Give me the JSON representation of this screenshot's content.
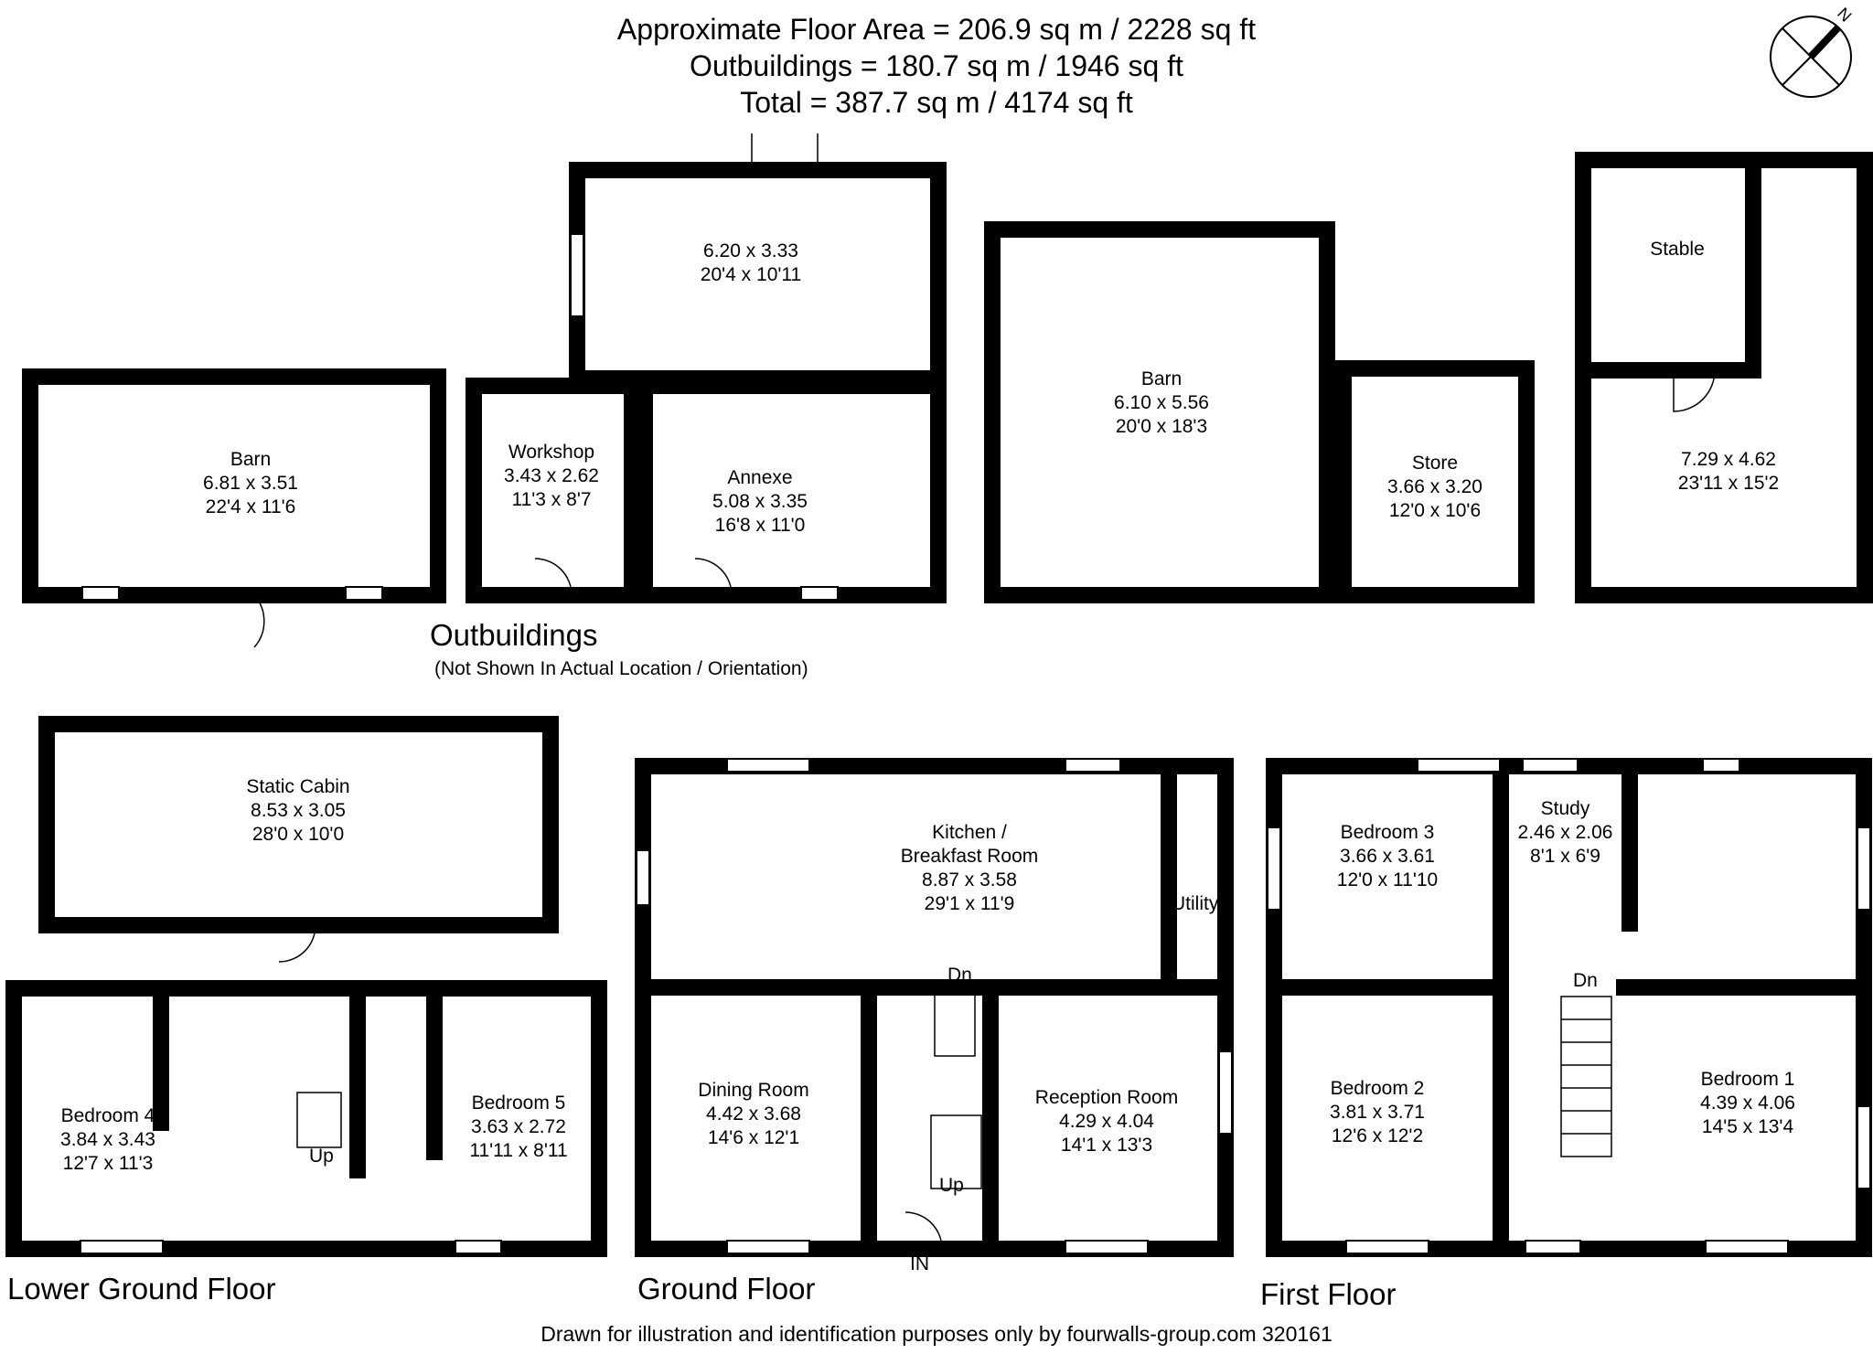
{
  "header": {
    "floor_area": "Approximate Floor Area = 206.9 sq m / 2228 sq ft",
    "outbuildings": "Outbuildings = 180.7 sq m / 1946 sq ft",
    "total": "Total = 387.7 sq m / 4174 sq ft"
  },
  "compass": {
    "label": "N"
  },
  "sections": {
    "outbuildings": "Outbuildings",
    "outbuildings_note": "(Not Shown In Actual Location / Orientation)",
    "lower_ground": "Lower Ground Floor",
    "ground": "Ground Floor",
    "first": "First Floor"
  },
  "rooms": {
    "barn_left": {
      "name": "Barn",
      "metric": "6.81 x 3.51",
      "imperial": "22'4 x 11'6"
    },
    "workshop": {
      "name": "Workshop",
      "metric": "3.43 x 2.62",
      "imperial": "11'3 x 8'7"
    },
    "annexe": {
      "name": "Annexe",
      "metric": "5.08 x 3.35",
      "imperial": "16'8 x 11'0"
    },
    "annexe_top": {
      "metric": "6.20 x 3.33",
      "imperial": "20'4 x 10'11"
    },
    "barn_mid": {
      "name": "Barn",
      "metric": "6.10 x 5.56",
      "imperial": "20'0 x 18'3"
    },
    "store": {
      "name": "Store",
      "metric": "3.66 x 3.20",
      "imperial": "12'0 x 10'6"
    },
    "stable": {
      "name": "Stable"
    },
    "stable_block": {
      "metric": "7.29 x 4.62",
      "imperial": "23'11 x 15'2"
    },
    "static_cabin": {
      "name": "Static Cabin",
      "metric": "8.53 x 3.05",
      "imperial": "28'0 x 10'0"
    },
    "bedroom4": {
      "name": "Bedroom 4",
      "metric": "3.84 x 3.43",
      "imperial": "12'7 x 11'3"
    },
    "bedroom5": {
      "name": "Bedroom 5",
      "metric": "3.63 x 2.72",
      "imperial": "11'11 x 8'11"
    },
    "kitchen": {
      "name1": "Kitchen /",
      "name2": "Breakfast Room",
      "metric": "8.87 x 3.58",
      "imperial": "29'1 x 11'9"
    },
    "utility": {
      "name": "Utility"
    },
    "dining": {
      "name": "Dining Room",
      "metric": "4.42 x 3.68",
      "imperial": "14'6 x 12'1"
    },
    "reception": {
      "name": "Reception Room",
      "metric": "4.29 x 4.04",
      "imperial": "14'1 x 13'3"
    },
    "bedroom3": {
      "name": "Bedroom 3",
      "metric": "3.66 x 3.61",
      "imperial": "12'0 x 11'10"
    },
    "study": {
      "name": "Study",
      "metric": "2.46 x 2.06",
      "imperial": "8'1 x 6'9"
    },
    "bedroom2": {
      "name": "Bedroom 2",
      "metric": "3.81 x 3.71",
      "imperial": "12'6 x 12'2"
    },
    "bedroom1": {
      "name": "Bedroom 1",
      "metric": "4.39 x 4.06",
      "imperial": "14'5 x 13'4"
    }
  },
  "stairs": {
    "up_lower": "Up",
    "up_ground": "Up",
    "dn_ground": "Dn",
    "dn_first": "Dn",
    "entrance": "IN"
  },
  "footer": {
    "credit": "Drawn for illustration and identification purposes only by fourwalls-group.com 320161"
  }
}
